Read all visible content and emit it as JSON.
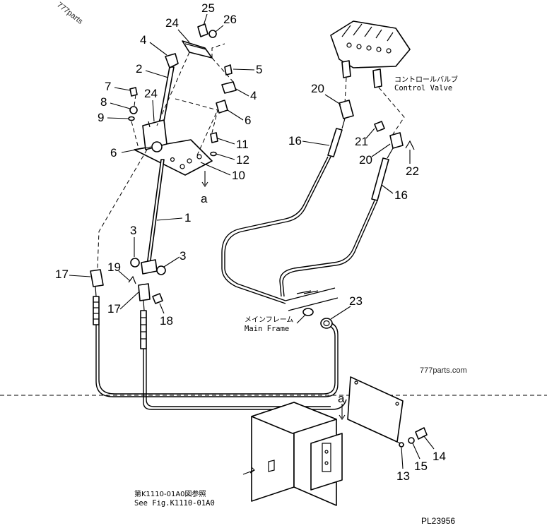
{
  "watermark_top": "777parts",
  "watermark_mid": "777parts.com",
  "figure_code": "PL23956",
  "labels": {
    "control_valve_jp": "コントロールバルブ",
    "control_valve_en": "Control Valve",
    "main_frame_jp": "メインフレーム",
    "main_frame_en": "Main Frame",
    "see_fig_jp": "第K1110-01A0図参照",
    "see_fig_en": "See Fig.K1110-01A0",
    "ref_a_top": "a",
    "ref_a_bottom": "a"
  },
  "callouts": {
    "c1": "1",
    "c2": "2",
    "c3a": "3",
    "c3b": "3",
    "c4a": "4",
    "c4b": "4",
    "c5": "5",
    "c6a": "6",
    "c6b": "6",
    "c7": "7",
    "c8": "8",
    "c9": "9",
    "c10": "10",
    "c11": "11",
    "c12": "12",
    "c13": "13",
    "c14": "14",
    "c15": "15",
    "c16a": "16",
    "c16b": "16",
    "c17a": "17",
    "c17b": "17",
    "c18": "18",
    "c19": "19",
    "c20a": "20",
    "c20b": "20",
    "c21": "21",
    "c22": "22",
    "c23": "23",
    "c24a": "24",
    "c24b": "24",
    "c25": "25",
    "c26": "26"
  }
}
